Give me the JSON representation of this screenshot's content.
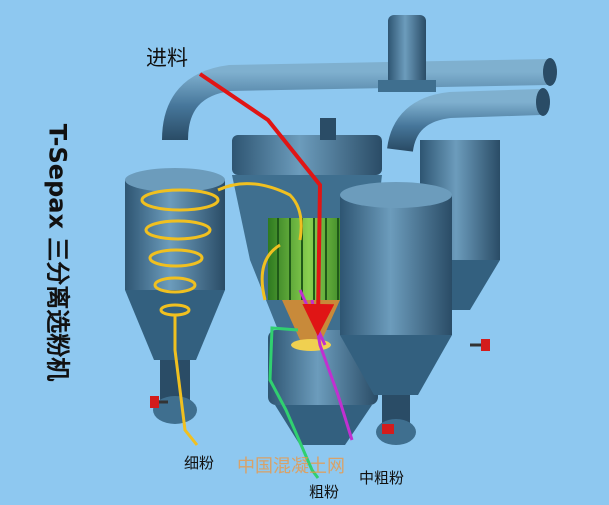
{
  "title": "T-Sepax 三分离选粉机",
  "labels": {
    "feed": "进料",
    "fine_powder": "细粉",
    "coarse_powder": "粗粉",
    "medium_coarse_powder": "中粗粉"
  },
  "watermark": "中国混凝土网",
  "colors": {
    "background": "#8ec8f0",
    "machine_body": "#3f6f8f",
    "feed_arrow": "#e01515",
    "fine_flow": "#f0c020",
    "coarse_flow": "#30d070",
    "medium_flow": "#c030d0",
    "rotor": "#5fb030"
  }
}
